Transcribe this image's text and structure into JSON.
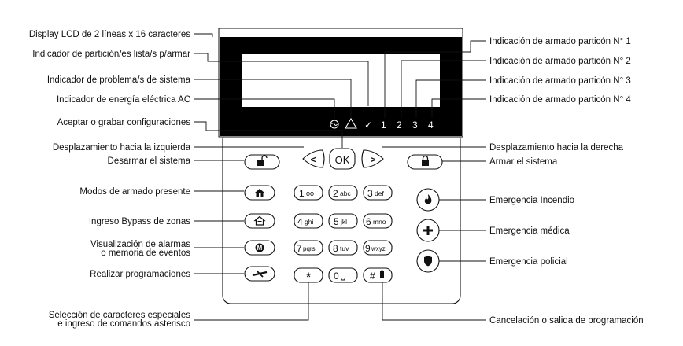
{
  "labels_left": {
    "lcd_display": "Display LCD de 2 líneas x 16 caracteres",
    "partition_ready": "Indicador de partición/es lista/s p/armar",
    "trouble": "Indicador de problema/s de sistema",
    "ac_power": "Indicador de energía eléctrica AC",
    "accept": "Aceptar o grabar configuraciones",
    "scroll_left": "Desplazamiento hacia la izquierda",
    "disarm": "Desarmar el sistema",
    "stay_modes": "Modos de armado presente",
    "bypass": "Ingreso Bypass de zonas",
    "alarm_memory_1": "Visualización de alarmas",
    "alarm_memory_2": "o memoria de eventos",
    "programming": "Realizar programaciones",
    "special_chars_1": "Selección de caracteres especiales",
    "special_chars_2": "e ingreso de comandos asterisco"
  },
  "labels_right": {
    "partition_1": "Indicación de armado particón N° 1",
    "partition_2": "Indicación de armado particón N° 2",
    "partition_3": "Indicación de armado particón N° 3",
    "partition_4": "Indicación de armado particón N° 4",
    "scroll_right": "Desplazamiento hacia la derecha",
    "arm": "Armar el sistema",
    "fire": "Emergencia Incendio",
    "medical": "Emergencia médica",
    "police": "Emergencia policial",
    "cancel": "Cancelación o salida de programación"
  },
  "lcd": {
    "ready_glyph": "✓",
    "partitions": [
      "1",
      "2",
      "3",
      "4"
    ]
  },
  "keys": {
    "ok": "OK",
    "left_arrow": "<",
    "right_arrow": ">",
    "k1": {
      "num": "1",
      "letters": "oo"
    },
    "k2": {
      "num": "2",
      "letters": "abc"
    },
    "k3": {
      "num": "3",
      "letters": "def"
    },
    "k4": {
      "num": "4",
      "letters": "ghi"
    },
    "k5": {
      "num": "5",
      "letters": "jkl"
    },
    "k6": {
      "num": "6",
      "letters": "mno"
    },
    "k7": {
      "num": "7",
      "letters": "pqrs"
    },
    "k8": {
      "num": "8",
      "letters": "tuv"
    },
    "k9": {
      "num": "9",
      "letters": "wxyz"
    },
    "k0": {
      "num": "0",
      "letters": "⎵"
    },
    "star": "*",
    "hash": "#",
    "memory_letter": "M"
  },
  "icons": {
    "ac": "ac-power-icon",
    "trouble": "trouble-triangle-icon",
    "disarm": "open-lock-icon",
    "arm": "closed-lock-icon",
    "stay": "house-icon",
    "bypass": "bypass-house-icon",
    "memory": "memory-icon",
    "programming": "programming-icon",
    "fire": "flame-icon",
    "medical": "cross-icon",
    "police": "shield-icon",
    "hash_extra": "battery-icon"
  }
}
